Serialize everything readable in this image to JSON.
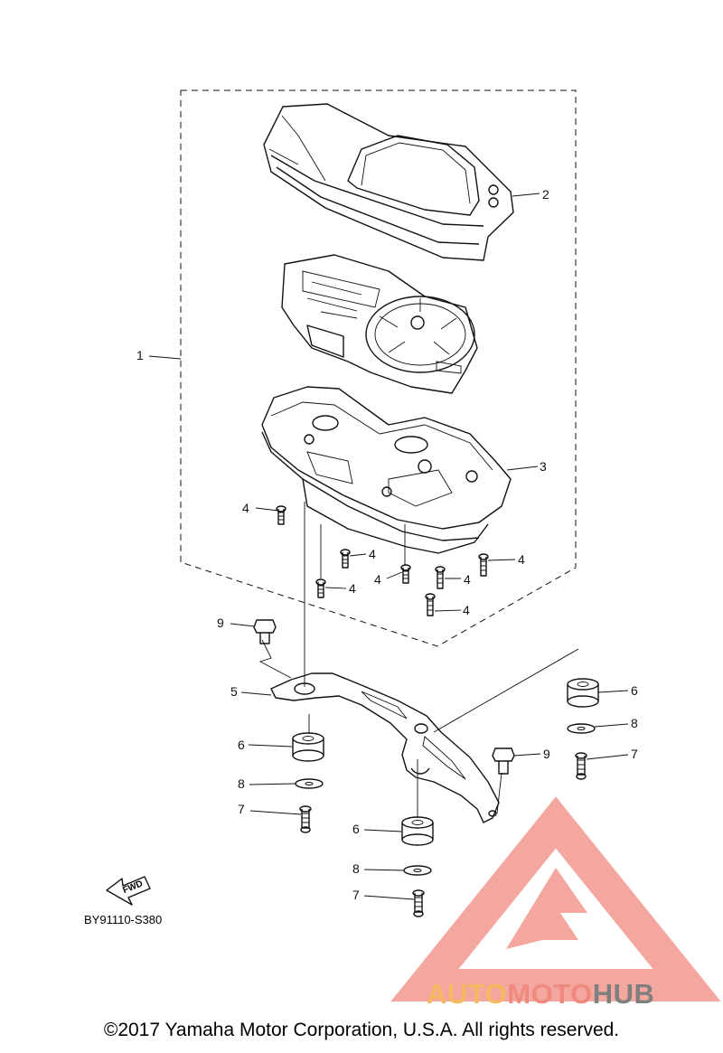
{
  "diagram": {
    "code": "BY91110-S380",
    "fwd_label": "FWD",
    "copyright": "©2017 Yamaha Motor Corporation, U.S.A. All rights reserved."
  },
  "callouts": [
    {
      "id": "c1",
      "label": "1"
    },
    {
      "id": "c2",
      "label": "2"
    },
    {
      "id": "c3",
      "label": "3"
    },
    {
      "id": "c4a",
      "label": "4"
    },
    {
      "id": "c4b",
      "label": "4"
    },
    {
      "id": "c4c",
      "label": "4"
    },
    {
      "id": "c4d",
      "label": "4"
    },
    {
      "id": "c4e",
      "label": "4"
    },
    {
      "id": "c4f",
      "label": "4"
    },
    {
      "id": "c4g",
      "label": "4"
    },
    {
      "id": "c5",
      "label": "5"
    },
    {
      "id": "c6a",
      "label": "6"
    },
    {
      "id": "c6b",
      "label": "6"
    },
    {
      "id": "c6c",
      "label": "6"
    },
    {
      "id": "c7a",
      "label": "7"
    },
    {
      "id": "c7b",
      "label": "7"
    },
    {
      "id": "c7c",
      "label": "7"
    },
    {
      "id": "c8a",
      "label": "8"
    },
    {
      "id": "c8b",
      "label": "8"
    },
    {
      "id": "c8c",
      "label": "8"
    },
    {
      "id": "c9a",
      "label": "9"
    },
    {
      "id": "c9b",
      "label": "9"
    }
  ],
  "watermark": {
    "part1": "AUTO",
    "part2": "MOTO",
    "part3": "HUB",
    "color_light": "#f6b860",
    "color_mid": "#f08a7e",
    "color_dark": "#7f7f7f"
  }
}
